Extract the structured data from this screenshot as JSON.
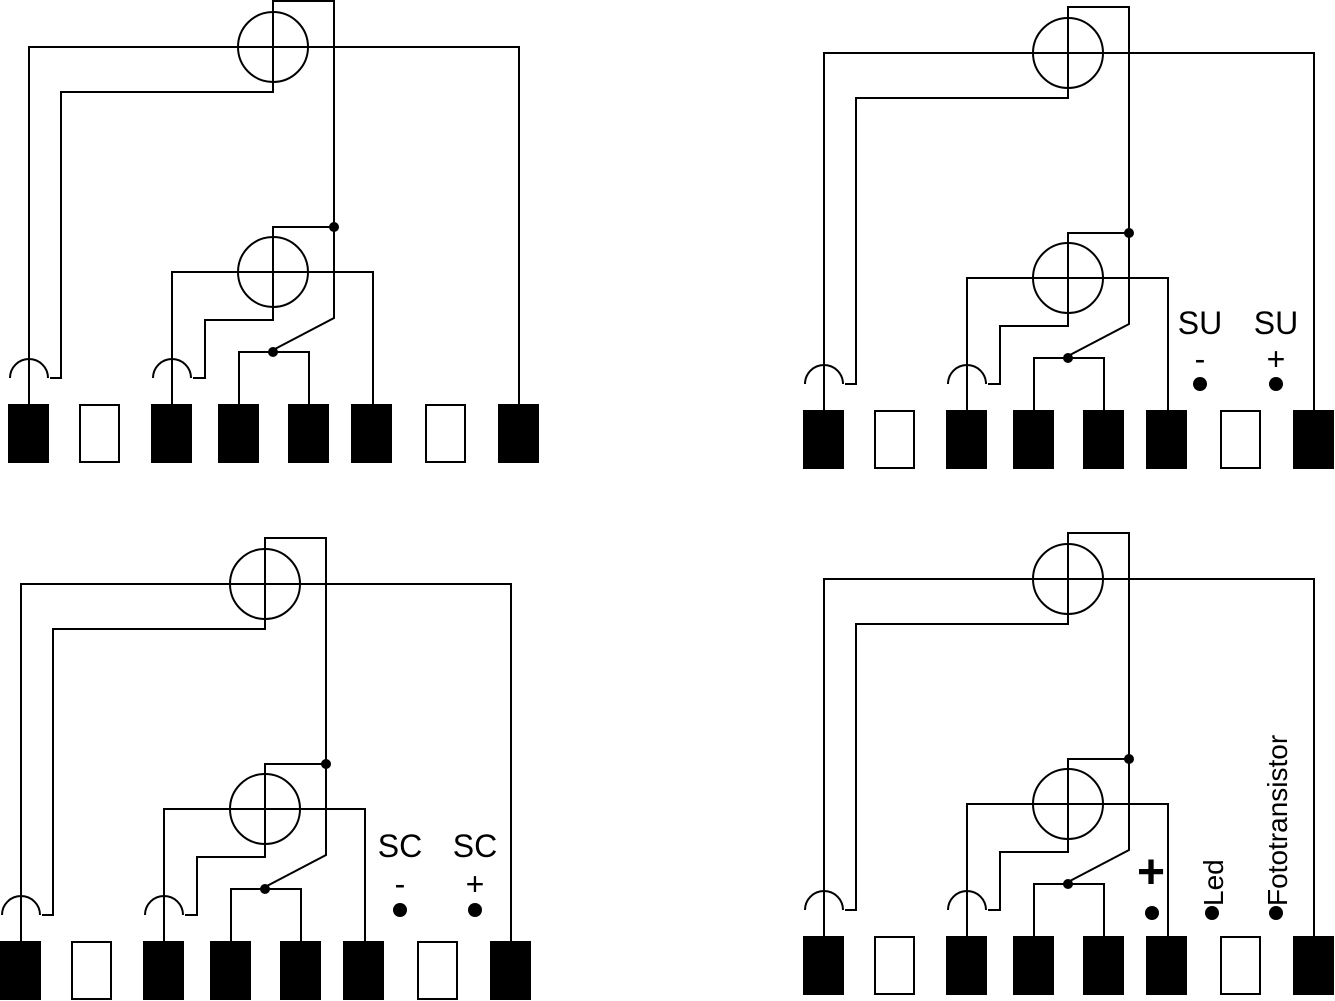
{
  "colors": {
    "line": "#000000",
    "background": "#ffffff"
  },
  "diagrams": [
    {
      "id": "top-left",
      "pins": [
        true,
        false,
        true,
        true,
        true,
        true,
        false,
        true
      ],
      "labels": []
    },
    {
      "id": "top-right",
      "pins": [
        true,
        false,
        true,
        true,
        true,
        true,
        false,
        true
      ],
      "labels": [
        {
          "id": "su-minus",
          "name": "SU",
          "sign": "-"
        },
        {
          "id": "su-plus",
          "name": "SU",
          "sign": "+"
        }
      ]
    },
    {
      "id": "bottom-left",
      "pins": [
        true,
        false,
        true,
        true,
        true,
        true,
        false,
        true
      ],
      "labels": [
        {
          "id": "sc-minus",
          "name": "SC",
          "sign": "-"
        },
        {
          "id": "sc-plus",
          "name": "SC",
          "sign": "+"
        }
      ]
    },
    {
      "id": "bottom-right",
      "pins": [
        true,
        false,
        true,
        true,
        true,
        true,
        false,
        true
      ],
      "labels": [
        {
          "id": "plus",
          "name": "",
          "sign": "+"
        },
        {
          "id": "led",
          "name": "Led",
          "sign": ""
        },
        {
          "id": "fototransistor",
          "name": "Fototransistor",
          "sign": ""
        }
      ]
    }
  ]
}
